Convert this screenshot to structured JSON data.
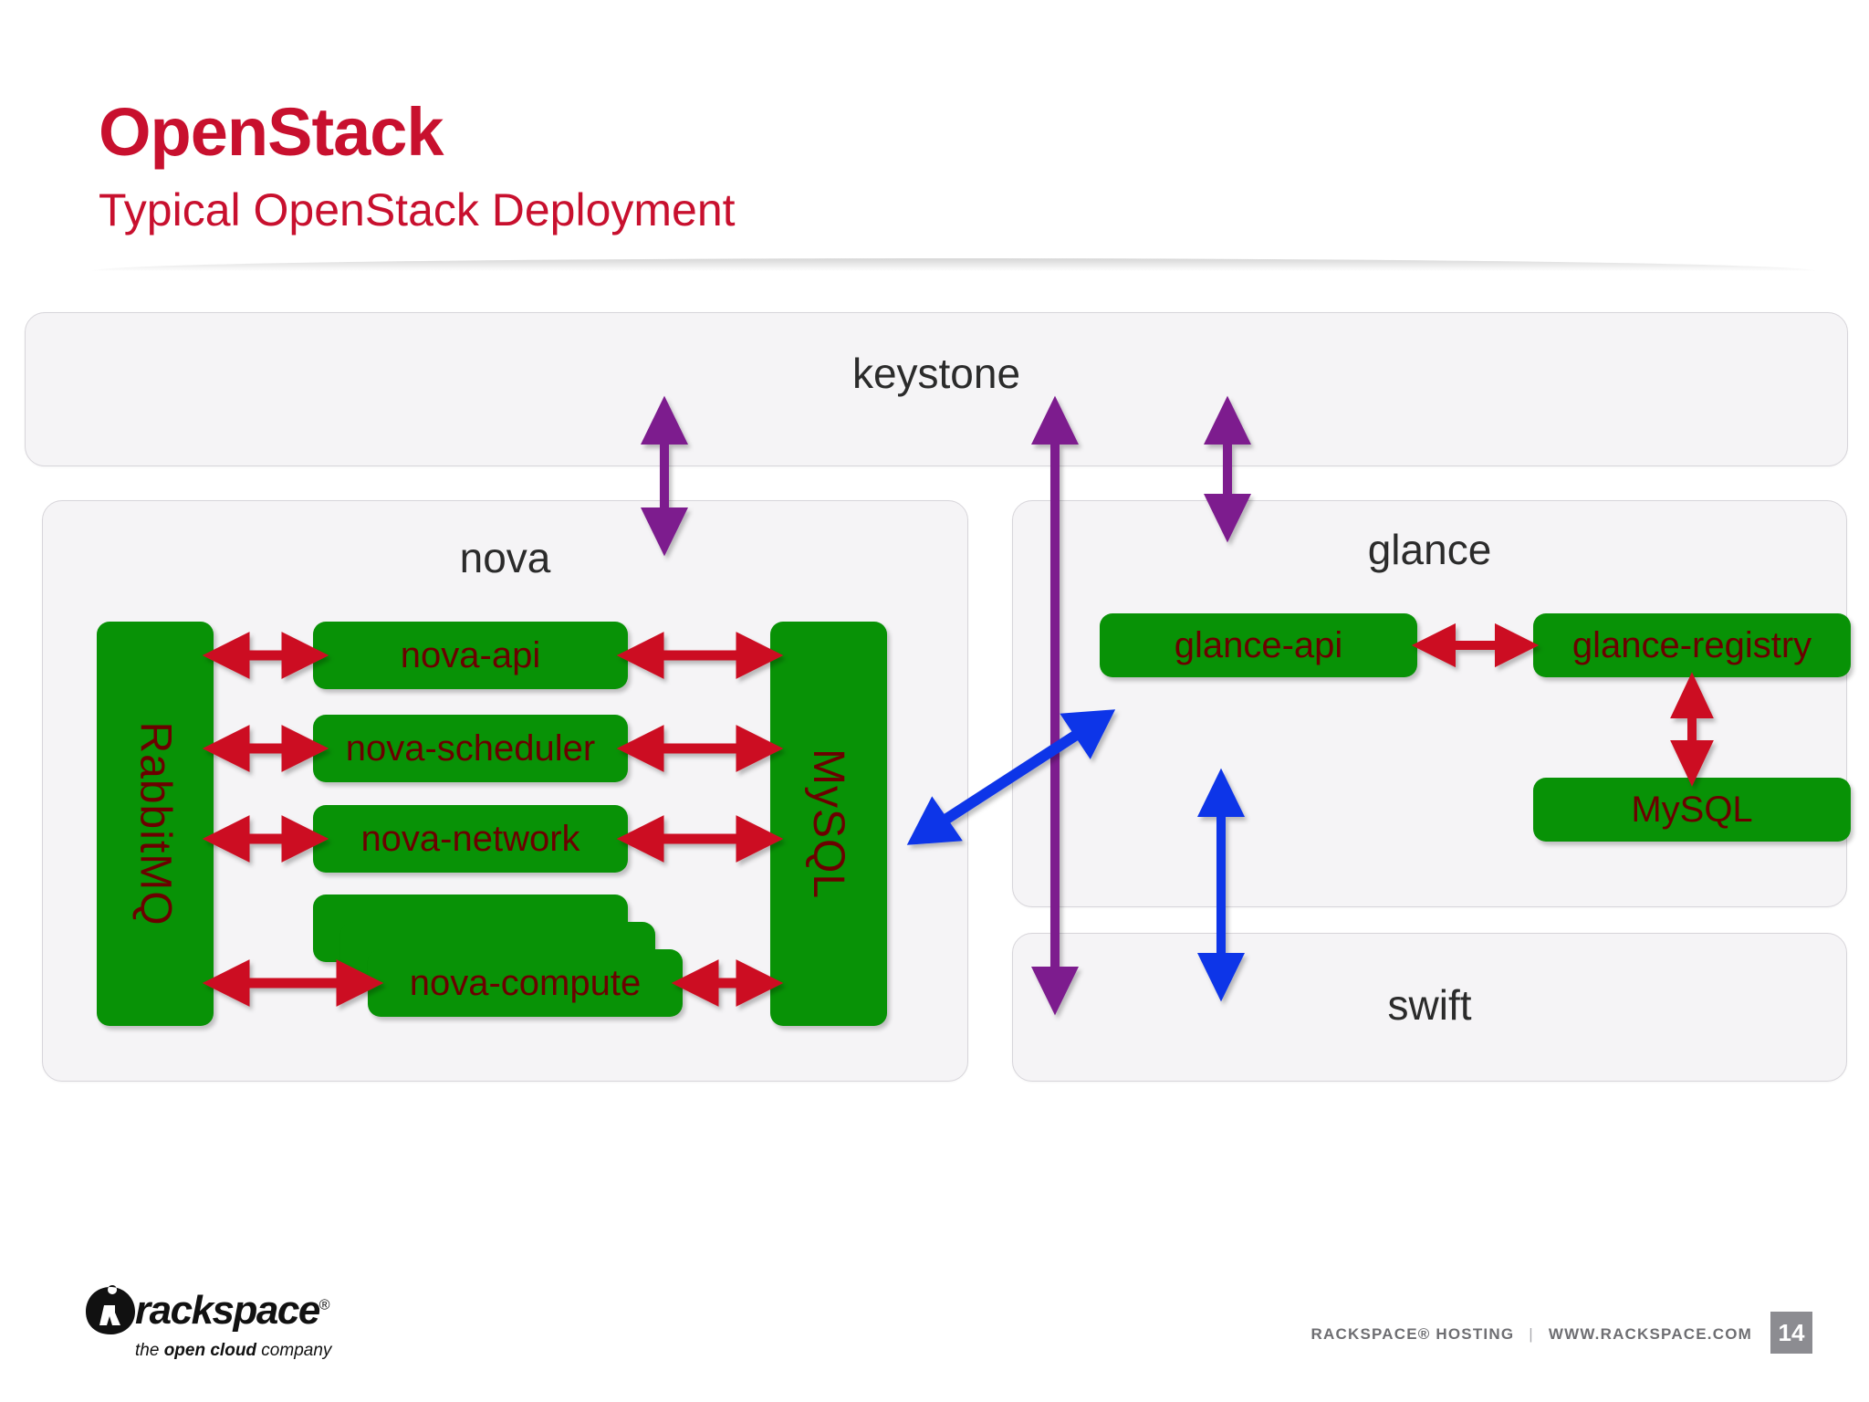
{
  "slide": {
    "title": "OpenStack",
    "subtitle": "Typical OpenStack Deployment",
    "title_color": "#C8102E"
  },
  "colors": {
    "service_box_green": "#089206",
    "service_box_text": "#6B0000",
    "panel_bg": "#F5F4F6",
    "arrow_red": "#CC1122",
    "arrow_purple": "#7D1F8E",
    "arrow_blue": "#1135E8",
    "footer_gray": "#6E6E72",
    "page_badge_gray": "#8C8C91"
  },
  "panels": [
    {
      "id": "keystone",
      "label": "keystone"
    },
    {
      "id": "nova",
      "label": "nova"
    },
    {
      "id": "glance",
      "label": "glance"
    },
    {
      "id": "swift",
      "label": "swift"
    }
  ],
  "nova": {
    "queue_label": "RabbitMQ",
    "database_label": "MySQL",
    "services": [
      {
        "id": "nova-api",
        "label": "nova-api"
      },
      {
        "id": "nova-scheduler",
        "label": "nova-scheduler"
      },
      {
        "id": "nova-network",
        "label": "nova-network"
      },
      {
        "id": "nova-compute",
        "label": "nova-compute",
        "stacked": 3
      }
    ]
  },
  "glance": {
    "services": [
      {
        "id": "glance-api",
        "label": "glance-api"
      },
      {
        "id": "glance-registry",
        "label": "glance-registry"
      }
    ],
    "database_label": "MySQL"
  },
  "connections": [
    {
      "from": "RabbitMQ",
      "to": "nova-api",
      "color": "#CC1122",
      "style": "double"
    },
    {
      "from": "RabbitMQ",
      "to": "nova-scheduler",
      "color": "#CC1122",
      "style": "double"
    },
    {
      "from": "RabbitMQ",
      "to": "nova-network",
      "color": "#CC1122",
      "style": "double"
    },
    {
      "from": "RabbitMQ",
      "to": "nova-compute",
      "color": "#CC1122",
      "style": "double"
    },
    {
      "from": "nova-api",
      "to": "MySQL",
      "color": "#CC1122",
      "style": "double"
    },
    {
      "from": "nova-scheduler",
      "to": "MySQL",
      "color": "#CC1122",
      "style": "double"
    },
    {
      "from": "nova-network",
      "to": "MySQL",
      "color": "#CC1122",
      "style": "double"
    },
    {
      "from": "nova-compute",
      "to": "MySQL",
      "color": "#CC1122",
      "style": "double"
    },
    {
      "from": "glance-api",
      "to": "glance-registry",
      "color": "#CC1122",
      "style": "double"
    },
    {
      "from": "glance-registry",
      "to": "MySQL",
      "color": "#CC1122",
      "style": "double"
    },
    {
      "from": "keystone",
      "to": "nova",
      "color": "#7D1F8E",
      "style": "double"
    },
    {
      "from": "keystone",
      "to": "swift",
      "color": "#7D1F8E",
      "style": "double"
    },
    {
      "from": "keystone",
      "to": "glance",
      "color": "#7D1F8E",
      "style": "double"
    },
    {
      "from": "nova",
      "to": "glance",
      "color": "#1135E8",
      "style": "double"
    },
    {
      "from": "glance",
      "to": "swift",
      "color": "#1135E8",
      "style": "double"
    }
  ],
  "footer": {
    "logo_wordmark": "rackspace",
    "logo_registered": "®",
    "tagline_light_1": "the ",
    "tagline_bold": "open cloud",
    "tagline_light_2": " company",
    "hosting": "RACKSPACE® HOSTING",
    "separator": "|",
    "website": "WWW.RACKSPACE.COM",
    "page_number": "14"
  }
}
